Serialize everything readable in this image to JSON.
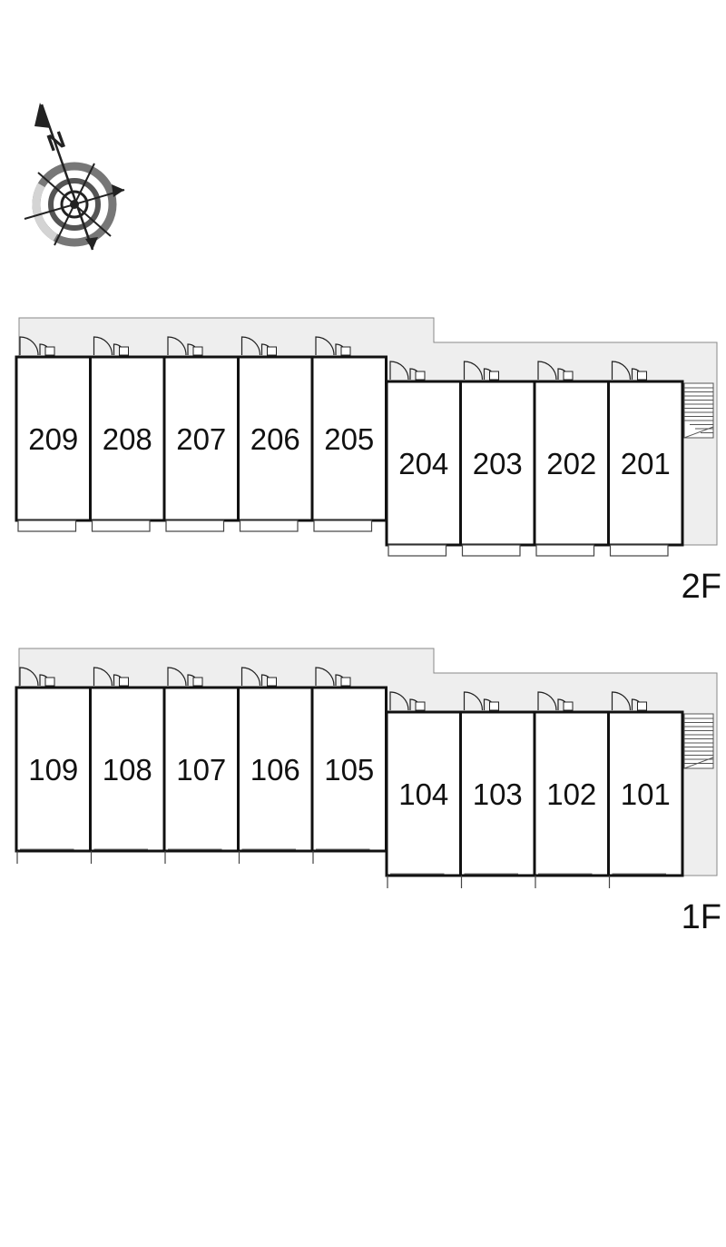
{
  "compass": {
    "icon": "compass-rose-icon",
    "north_label": "N"
  },
  "floors": [
    {
      "id": "2f",
      "label": "2F",
      "units": [
        "209",
        "208",
        "207",
        "206",
        "205",
        "204",
        "203",
        "202",
        "201"
      ]
    },
    {
      "id": "1f",
      "label": "1F",
      "units": [
        "109",
        "108",
        "107",
        "106",
        "105",
        "104",
        "103",
        "102",
        "101"
      ]
    }
  ],
  "colors": {
    "wall": "#111111",
    "corridor": "#eeeeee",
    "corridor_edge": "#888888",
    "compass_ring": "#777777"
  }
}
